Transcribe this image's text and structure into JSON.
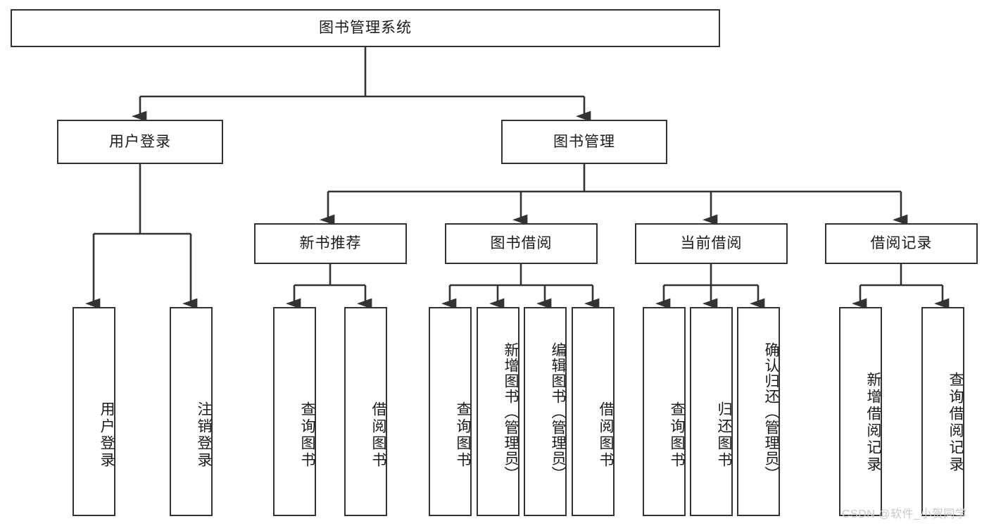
{
  "diagram": {
    "title": "图书管理系统",
    "type": "tree",
    "watermark": "CSDN @软件_小贺同学",
    "colors": {
      "stroke": "#333333",
      "fill": "#ffffff",
      "text": "#1a1a1a",
      "watermark": "#c9c9c9"
    },
    "nodes": {
      "root": "图书管理系统",
      "level2": {
        "user_login": "用户登录",
        "book_manage": "图书管理"
      },
      "level3": {
        "new_book_rec": "新书推荐",
        "book_borrow": "图书借阅",
        "current_borrow": "当前借阅",
        "borrow_record": "借阅记录"
      },
      "leaves": {
        "user_login_1": "用户登录",
        "user_login_2": "注销登录",
        "new_book_rec_1": "查询图书",
        "new_book_rec_2": "借阅图书",
        "book_borrow_1": "查询图书",
        "book_borrow_2": "新增图书（管理员）",
        "book_borrow_3": "编辑图书（管理员）",
        "book_borrow_4": "借阅图书",
        "current_borrow_1": "查询图书",
        "current_borrow_2": "归还图书",
        "current_borrow_3": "确认归还（管理员）",
        "borrow_record_1": "新增借阅记录",
        "borrow_record_2": "查询借阅记录"
      }
    }
  }
}
